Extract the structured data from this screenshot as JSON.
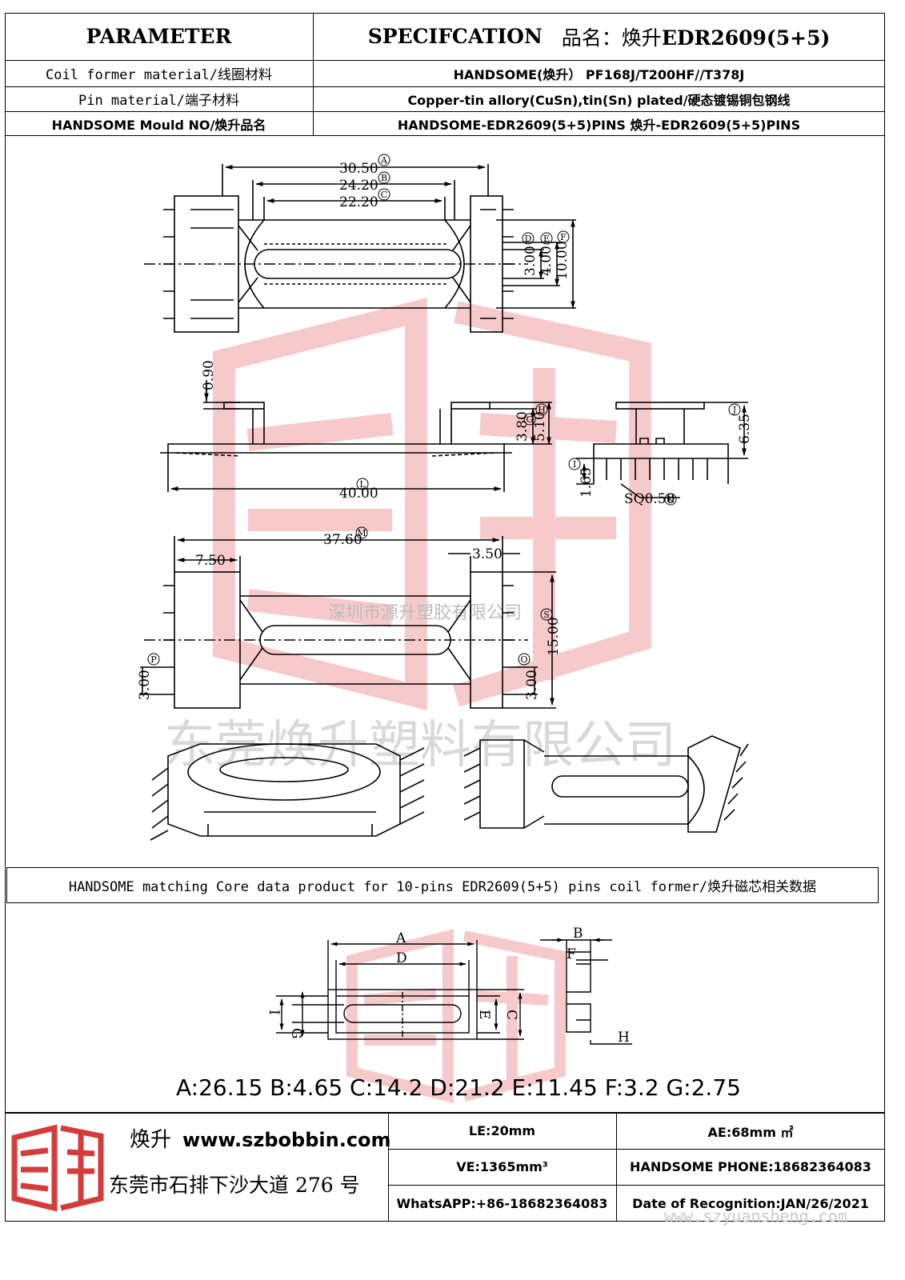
{
  "header": {
    "parameter": "PARAMETER",
    "spec_label": "SPECIFCATION",
    "product_name_label": "品名：焕升",
    "product_name_value": "EDR2609(5+5)"
  },
  "rows": [
    {
      "label": "Coil former material/线圈材料",
      "value": "HANDSOME(焕升）   PF168J/T200HF//T378J"
    },
    {
      "label": "Pin material/端子材料",
      "value": "Copper-tin allory(CuSn),tin(Sn) plated/硬态镀锡铜包钢线"
    },
    {
      "label": "HANDSOME Mould NO/焕升品名",
      "value": "HANDSOME-EDR2609(5+5)PINS    焕升-EDR2609(5+5)PINS"
    }
  ],
  "dims": {
    "top_a": "30.50",
    "top_b": "24.20",
    "top_c": "22.20",
    "side_d": "3.00",
    "side_e": "4.00",
    "side_f": "10.00",
    "flange": "0.90",
    "g": "3.80",
    "h": "5.10",
    "l": "40.00",
    "pin_h": "6.35",
    "pin_i": "1.65",
    "sq": "SQ0.50",
    "m": "37.60",
    "left_w": "7.50",
    "right_w": "3.50",
    "s": "15.00",
    "p": "3.00",
    "o": "3.00"
  },
  "circled": {
    "A": "A",
    "B": "B",
    "C": "C",
    "D": "D",
    "E": "E",
    "F": "F",
    "G": "G",
    "H": "H",
    "J": "J",
    "I": "I",
    "K": "K",
    "L": "L",
    "M": "M",
    "S": "S",
    "P": "P",
    "O": "O"
  },
  "watermark": {
    "company_small": "深圳市源升塑胶有限公司",
    "company_big": "东莞焕升塑料有限公司",
    "url": "www.szyuansheng.com"
  },
  "core_section": {
    "title": "HANDSOME matching Core data  product for 10-pins EDR2609(5+5) pins coil former/焕升磁芯相关数据",
    "letters": {
      "a": "A",
      "d": "D",
      "b": "B",
      "f": "F",
      "c": "C",
      "e": "E",
      "i": "I",
      "g": "G",
      "h": "H"
    },
    "values": "A:26.15 B:4.65 C:14.2 D:21.2 E:11.45 F:3.2 G:2.75"
  },
  "footer": {
    "brand": "焕升",
    "website": "www.szbobbin.com",
    "address": "东莞市石排下沙大道 276 号",
    "le": "LE:20mm",
    "ae": "AE:68mm ㎡",
    "ve": "VE:1365mm³",
    "phone": "HANDSOME PHONE:18682364083",
    "whatsapp": "WhatsAPP:+86-18682364083",
    "date": "Date of Recognition:JAN/26/2021"
  },
  "colors": {
    "logo_red": "#d43b3b",
    "watermark_red": "#f2b8b8"
  }
}
